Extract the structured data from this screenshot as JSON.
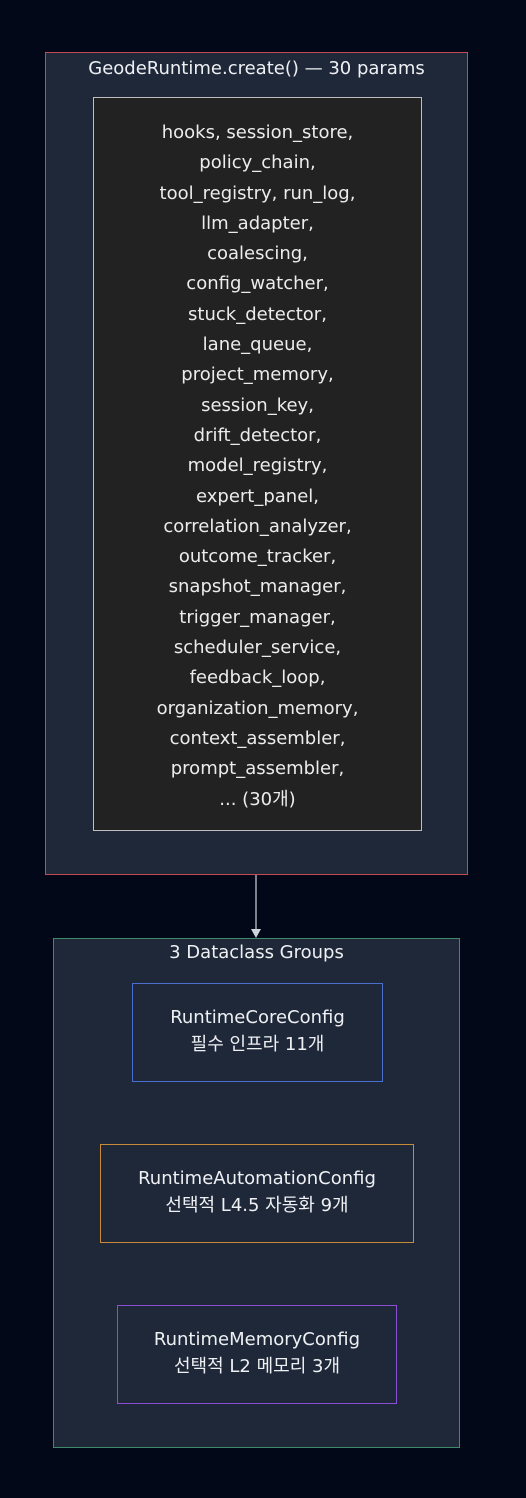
{
  "before": {
    "title": "GeodeRuntime.create() — 30 params",
    "params": [
      "hooks, session_store,",
      "policy_chain,",
      "tool_registry, run_log,",
      "llm_adapter,",
      "coalescing,",
      "config_watcher,",
      "stuck_detector,",
      "lane_queue,",
      "project_memory,",
      "session_key,",
      "drift_detector,",
      "model_registry,",
      "expert_panel,",
      "correlation_analyzer,",
      "outcome_tracker,",
      "snapshot_manager,",
      "trigger_manager,",
      "scheduler_service,",
      "feedback_loop,",
      "organization_memory,",
      "context_assembler,",
      "prompt_assembler,",
      "... (30개)"
    ]
  },
  "after": {
    "title": "3 Dataclass Groups",
    "nodes": [
      {
        "name": "RuntimeCoreConfig",
        "desc": "필수 인프라 11개"
      },
      {
        "name": "RuntimeAutomationConfig",
        "desc": "선택적 L4.5 자동화 9개"
      },
      {
        "name": "RuntimeMemoryConfig",
        "desc": "선택적 L2 메모리 3개"
      }
    ]
  },
  "colors": {
    "background": "#020817",
    "group_fill": "#1f2839",
    "before_border": "#c24b55",
    "after_border": "#3f8a6b",
    "core_border": "#4a6fd1",
    "automation_border": "#c98a3a",
    "memory_border": "#8a4fd6"
  }
}
